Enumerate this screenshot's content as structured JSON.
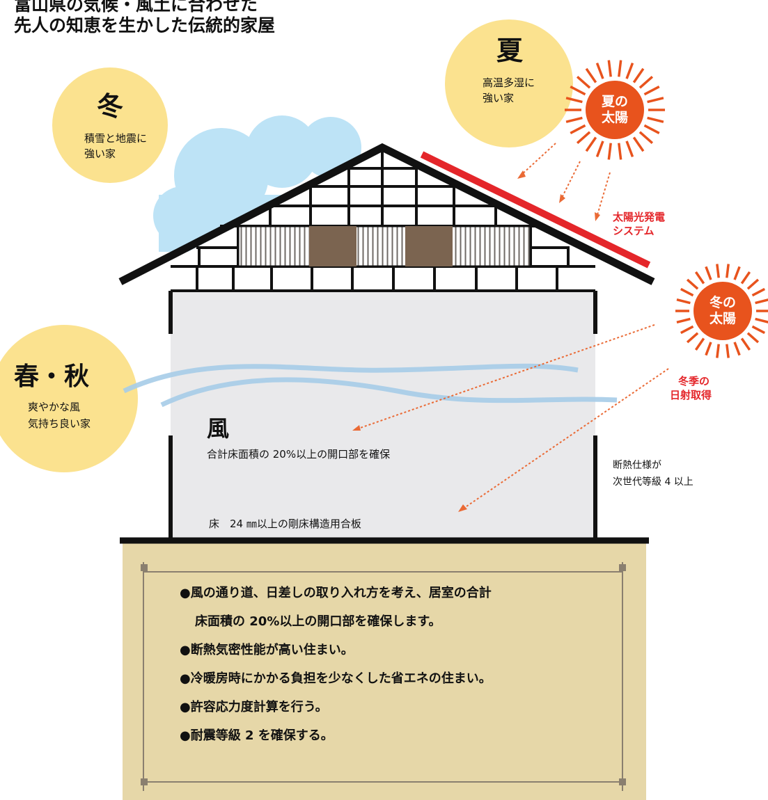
{
  "title": {
    "line1": "富山県の気候・風土に合わせた",
    "line2": "先人の知恵を生かした伝統的家屋"
  },
  "seasons": {
    "winter": {
      "name": "冬",
      "desc1": "積雪と地震に",
      "desc2": "強い家"
    },
    "summer": {
      "name": "夏",
      "desc1": "高温多湿に",
      "desc2": "強い家"
    },
    "spring_autumn": {
      "name": "春・秋",
      "desc1": "爽やかな風",
      "desc2": "気持ち良い家"
    }
  },
  "suns": {
    "summer": {
      "line1": "夏の",
      "line2": "太陽"
    },
    "winter": {
      "line1": "冬の",
      "line2": "太陽"
    }
  },
  "labels": {
    "solar_panel_1": "太陽光発電",
    "solar_panel_2": "システム",
    "winter_sun_gain_1": "冬季の",
    "winter_sun_gain_2": "日射取得",
    "insulation_1": "断熱仕様が",
    "insulation_2": "次世代等級 4 以上",
    "wind_title": "風",
    "wind_desc": "合計床面積の 20%以上の開口部を確保",
    "floor_note": "床　24 ㎜以上の剛床構造用合板"
  },
  "bullets": [
    "●風の通り道、日差しの取り入れ方を考え、居室の合計",
    "床面積の 20%以上の開口部を確保します。",
    "●断熱気密性能が高い住まい。",
    "●冷暖房時にかかる負担を少なくした省エネの住まい。",
    "●許容応力度計算を行う。",
    "●耐震等級 2 を確保する。"
  ],
  "colors": {
    "season_circle": "#fbe28f",
    "sun": "#e8531d",
    "solar_panel": "#e4262a",
    "cloud": "#bde3f6",
    "wall": "#e9e9eb",
    "foundation": "#e6d7a8",
    "wood_panel": "#7b6450",
    "wind": "#a7cde8"
  },
  "icons": [
    "cloud-icon",
    "sun-icon",
    "solar-panel-icon",
    "wind-icon"
  ]
}
